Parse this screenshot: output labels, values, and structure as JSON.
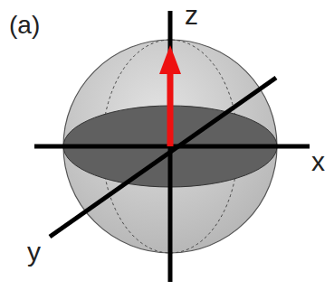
{
  "diagram": {
    "labels": [
      "(a)",
      "z",
      "x",
      "y"
    ]
  }
}
